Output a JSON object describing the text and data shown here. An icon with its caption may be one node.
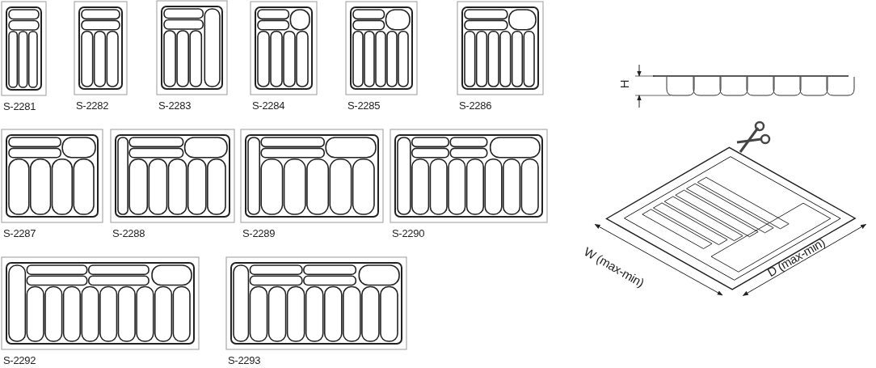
{
  "diagram": {
    "labels": [
      "S-2281",
      "S-2282",
      "S-2283",
      "S-2284",
      "S-2285",
      "S-2286",
      "S-2287",
      "S-2288",
      "S-2289",
      "S-2290",
      "S-2292",
      "S-2293",
      "H",
      "W (max-min)",
      "D (max-min)"
    ]
  }
}
